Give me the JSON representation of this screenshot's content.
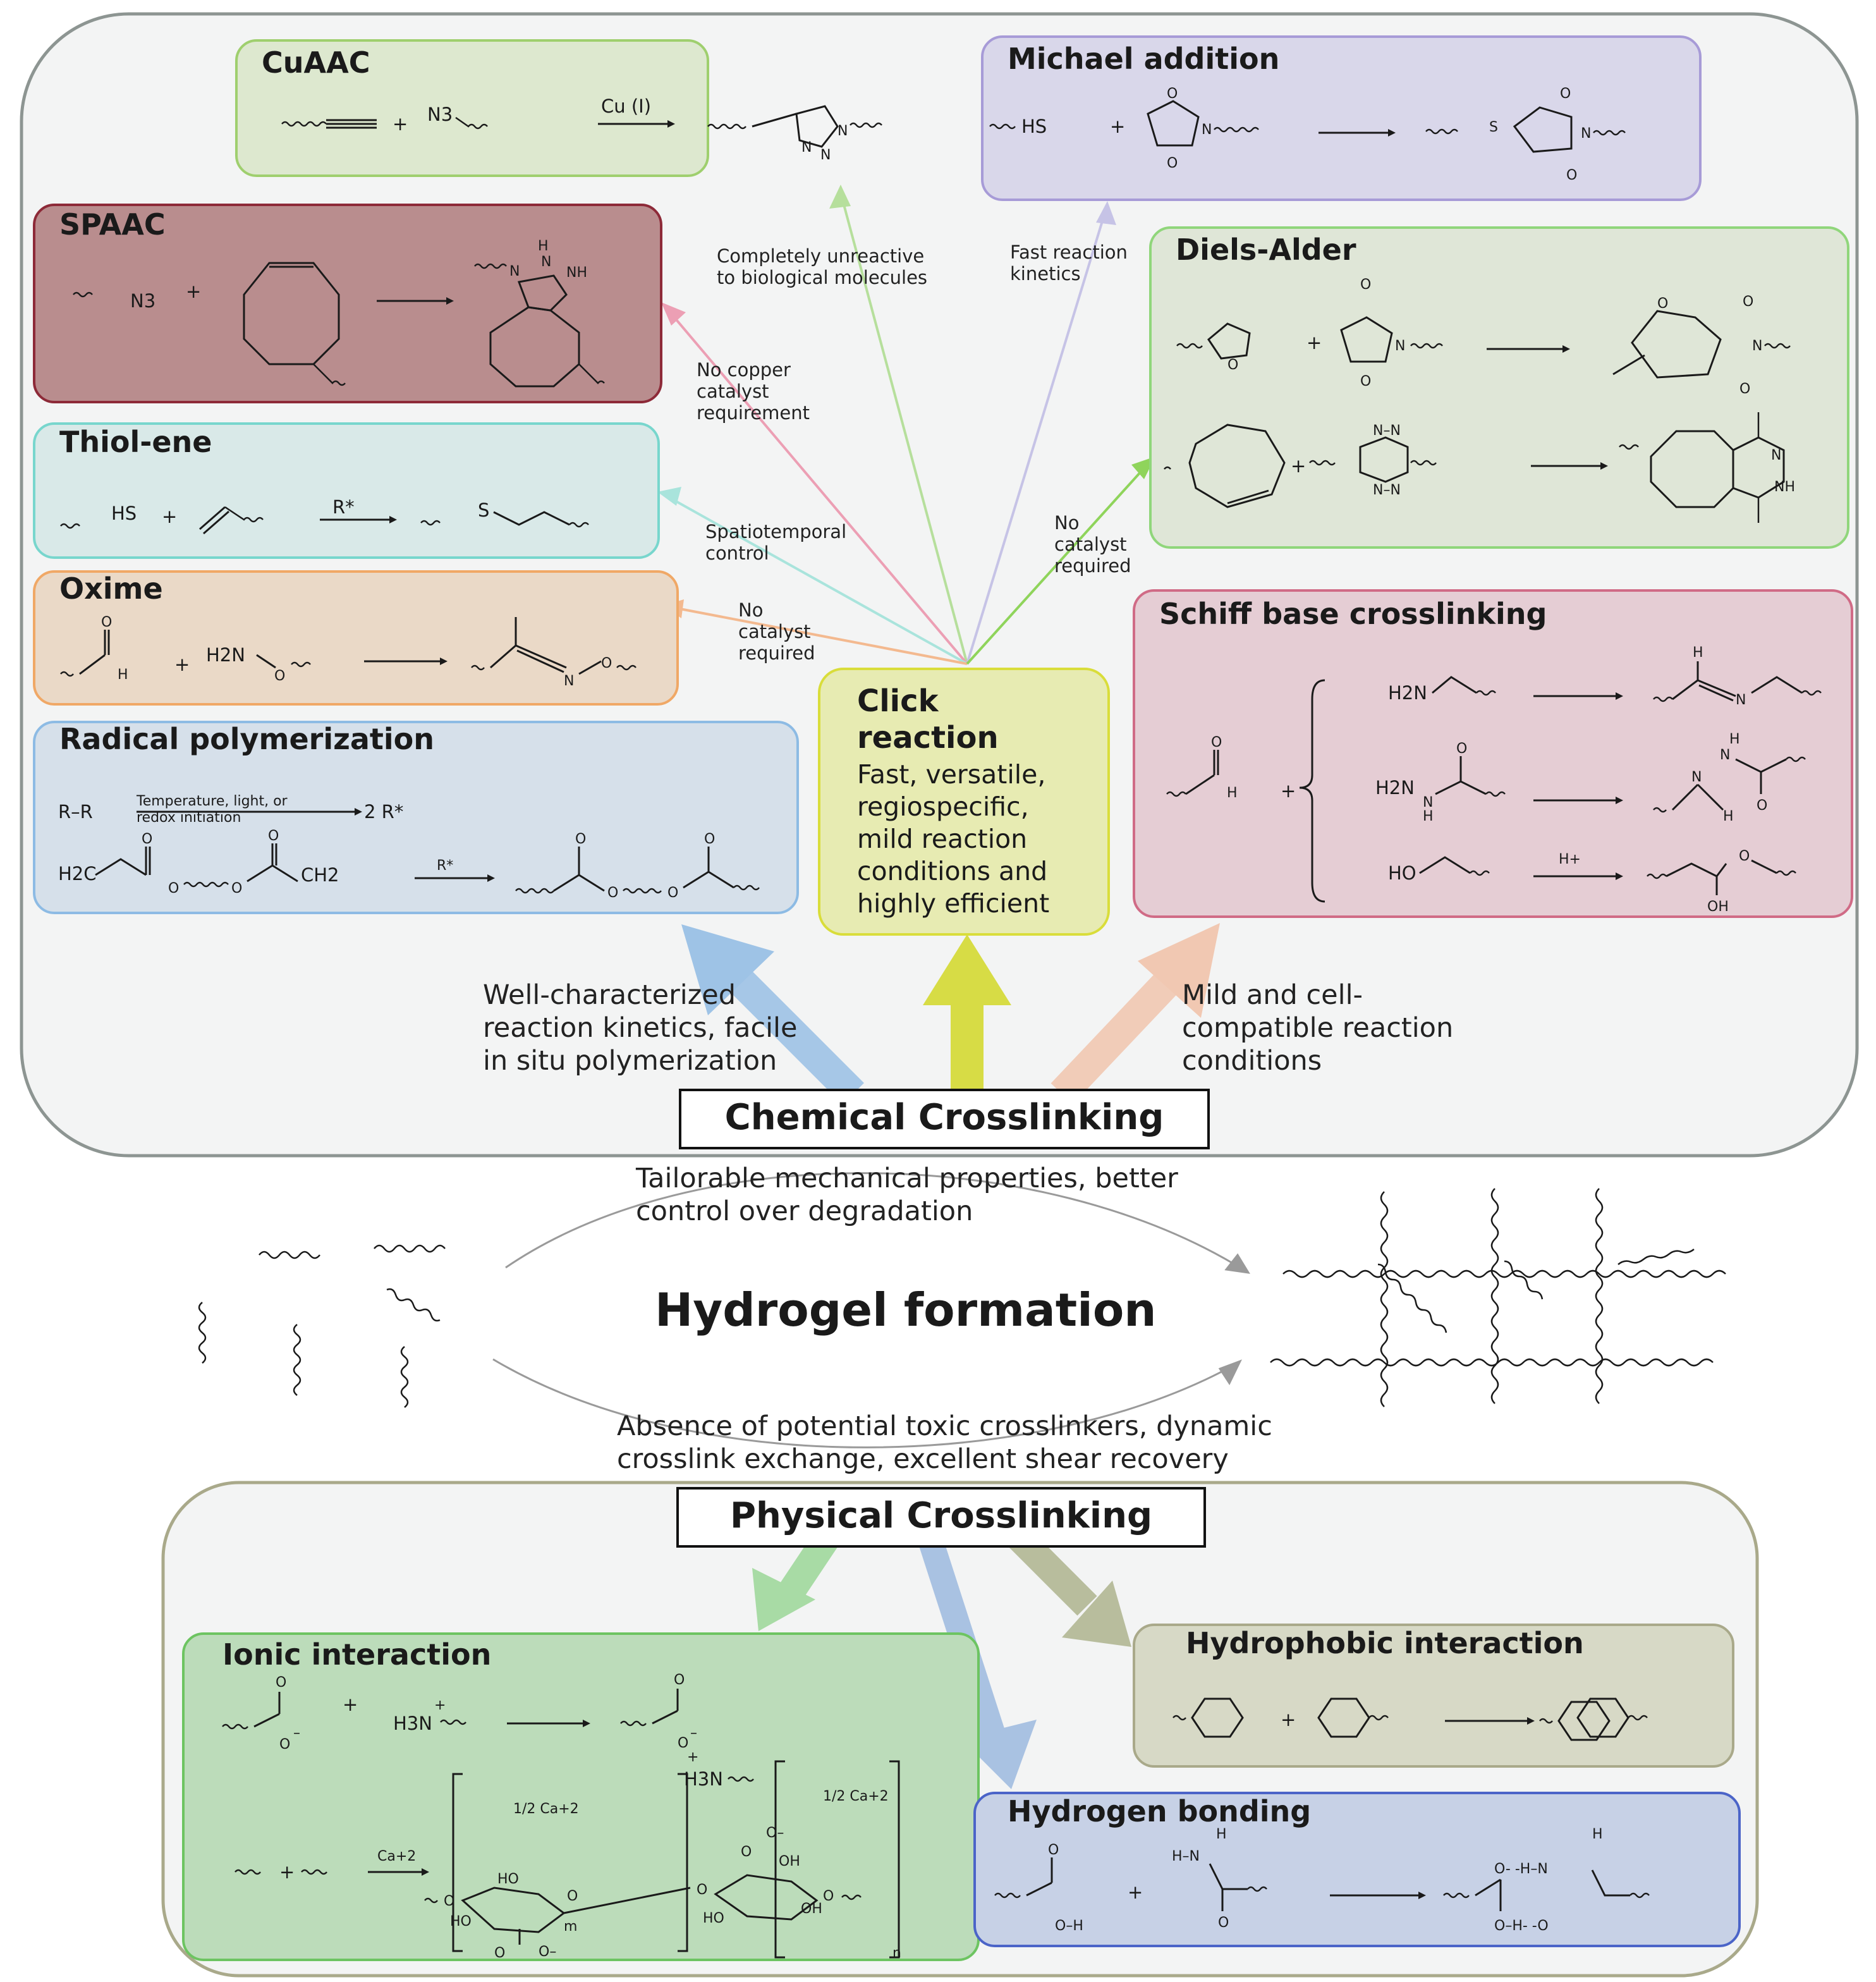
{
  "chemical": {
    "title": "Chemical Crosslinking",
    "click_center": {
      "title": "Click\nreaction",
      "text": "Fast, versatile,\nregiospecific,\nmild reaction\nconditions and\nhighly efficient"
    },
    "arrow_labels": {
      "left": "Well-characterized\nreaction kinetics, facile\nin situ polymerization",
      "right": "Mild and cell-\ncompatible reaction\nconditions"
    },
    "click_labels": {
      "cuaac": "Completely unreactive\nto biological molecules",
      "michael": "Fast reaction\nkinetics",
      "spaac": "No copper\ncatalyst\nrequirement",
      "thiolene": "Spatiotemporal\ncontrol",
      "oxime": "No\ncatalyst\nrequired",
      "diels": "No\ncatalyst\nrequired"
    },
    "panels": {
      "cuaac": {
        "title": "CuAAC",
        "reagent": "Cu (I)",
        "n3": "N3",
        "product_n": "N"
      },
      "michael": {
        "title": "Michael addition",
        "hs": "HS",
        "o": "O",
        "n": "N",
        "s": "S"
      },
      "spaac": {
        "title": "SPAAC",
        "n3": "N3",
        "h": "H",
        "n": "N",
        "nh": "NH"
      },
      "diels": {
        "title": "Diels-Alder",
        "o": "O",
        "n": "N",
        "nh": "NH"
      },
      "thiolene": {
        "title": "Thiol-ene",
        "hs": "HS",
        "reagent": "R*",
        "s": "S"
      },
      "oxime": {
        "title": "Oxime",
        "o": "O",
        "h": "H",
        "h2n": "H2N",
        "n": "N"
      },
      "radical": {
        "title": "Radical polymerization",
        "rr": "R–R",
        "conditions": "Temperature, light, or\nredox initiation",
        "product1": "2  R*",
        "h2c": "H2C",
        "ch2": "CH2",
        "reagent": "R*",
        "o": "O"
      },
      "schiff": {
        "title": "Schiff base crosslinking",
        "h2n": "H2N",
        "h2n_n": "H2N",
        "ho": "HO",
        "h": "H",
        "o": "O",
        "oh": "OH",
        "n": "N",
        "acid": "H+"
      }
    }
  },
  "center": {
    "title": "Hydrogel formation",
    "top_text": "Tailorable mechanical properties, better\ncontrol over degradation",
    "bottom_text": "Absence of potential toxic crosslinkers, dynamic\ncrosslink exchange, excellent shear recovery"
  },
  "physical": {
    "title": "Physical Crosslinking",
    "panels": {
      "ionic": {
        "title": "Ionic interaction",
        "h3n": "H3N",
        "ca": "Ca+2",
        "half_ca": "1/2 Ca+2",
        "ho": "HO",
        "oh": "OH",
        "o": "O",
        "m": "m",
        "n": "n"
      },
      "hydrophobic": {
        "title": "Hydrophobic interaction"
      },
      "hbond": {
        "title": "Hydrogen bonding",
        "oh": "O–H",
        "o": "O",
        "hn": "H–N",
        "h": "H",
        "pair1": "O- -H–N",
        "pair2": "O–H- -O"
      }
    }
  },
  "colors": {
    "chemical_bg": "#f3f4f4",
    "cuaac": "#dde8cf",
    "michael": "#d9d7ea",
    "spaac": "#b98d8e",
    "diels": "#dfe6d7",
    "thiolene": "#d9e9e8",
    "oxime": "#ead9c7",
    "radical": "#d6e0ea",
    "schiff": "#e5cdd4",
    "click": "#e7ebb2",
    "ionic": "#bcdcba",
    "hydrophobic": "#d7d9c6",
    "hbond": "#c7d1e6"
  }
}
